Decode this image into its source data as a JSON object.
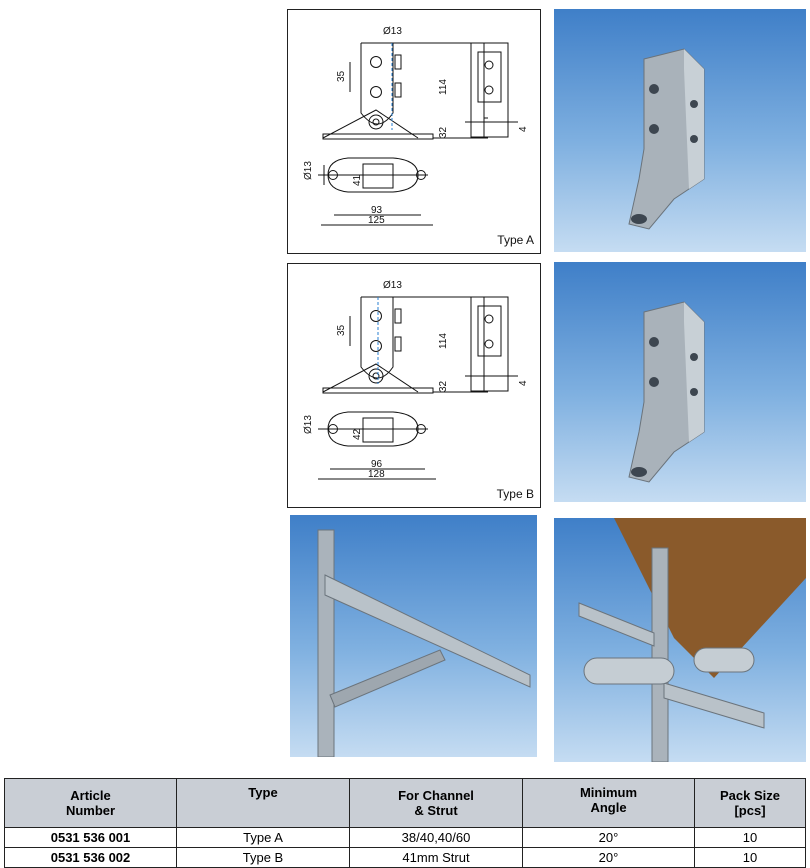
{
  "drawings": [
    {
      "type_label": "Type A",
      "hole": "Ø13",
      "spacing": "35",
      "height": "114",
      "base": "32",
      "offset": "4",
      "width_inner": "41",
      "hole2": "Ø13",
      "span": "93",
      "length": "125"
    },
    {
      "type_label": "Type B",
      "hole": "Ø13",
      "spacing": "35",
      "height": "114",
      "base": "32",
      "offset": "4",
      "width_inner": "42",
      "hole2": "Ø13",
      "span": "96",
      "length": "128"
    }
  ],
  "table": {
    "headers": [
      [
        "Article",
        "Number"
      ],
      [
        "Type",
        ""
      ],
      [
        "For Channel",
        "& Strut"
      ],
      [
        "Minimum",
        "Angle"
      ],
      [
        "Pack Size",
        "[pcs]"
      ]
    ],
    "rows": [
      [
        "0531 536 001",
        "Type A",
        "38/40,40/60",
        "20°",
        "10"
      ],
      [
        "0531 536 002",
        "Type B",
        "41mm Strut",
        "20°",
        "10"
      ]
    ]
  }
}
